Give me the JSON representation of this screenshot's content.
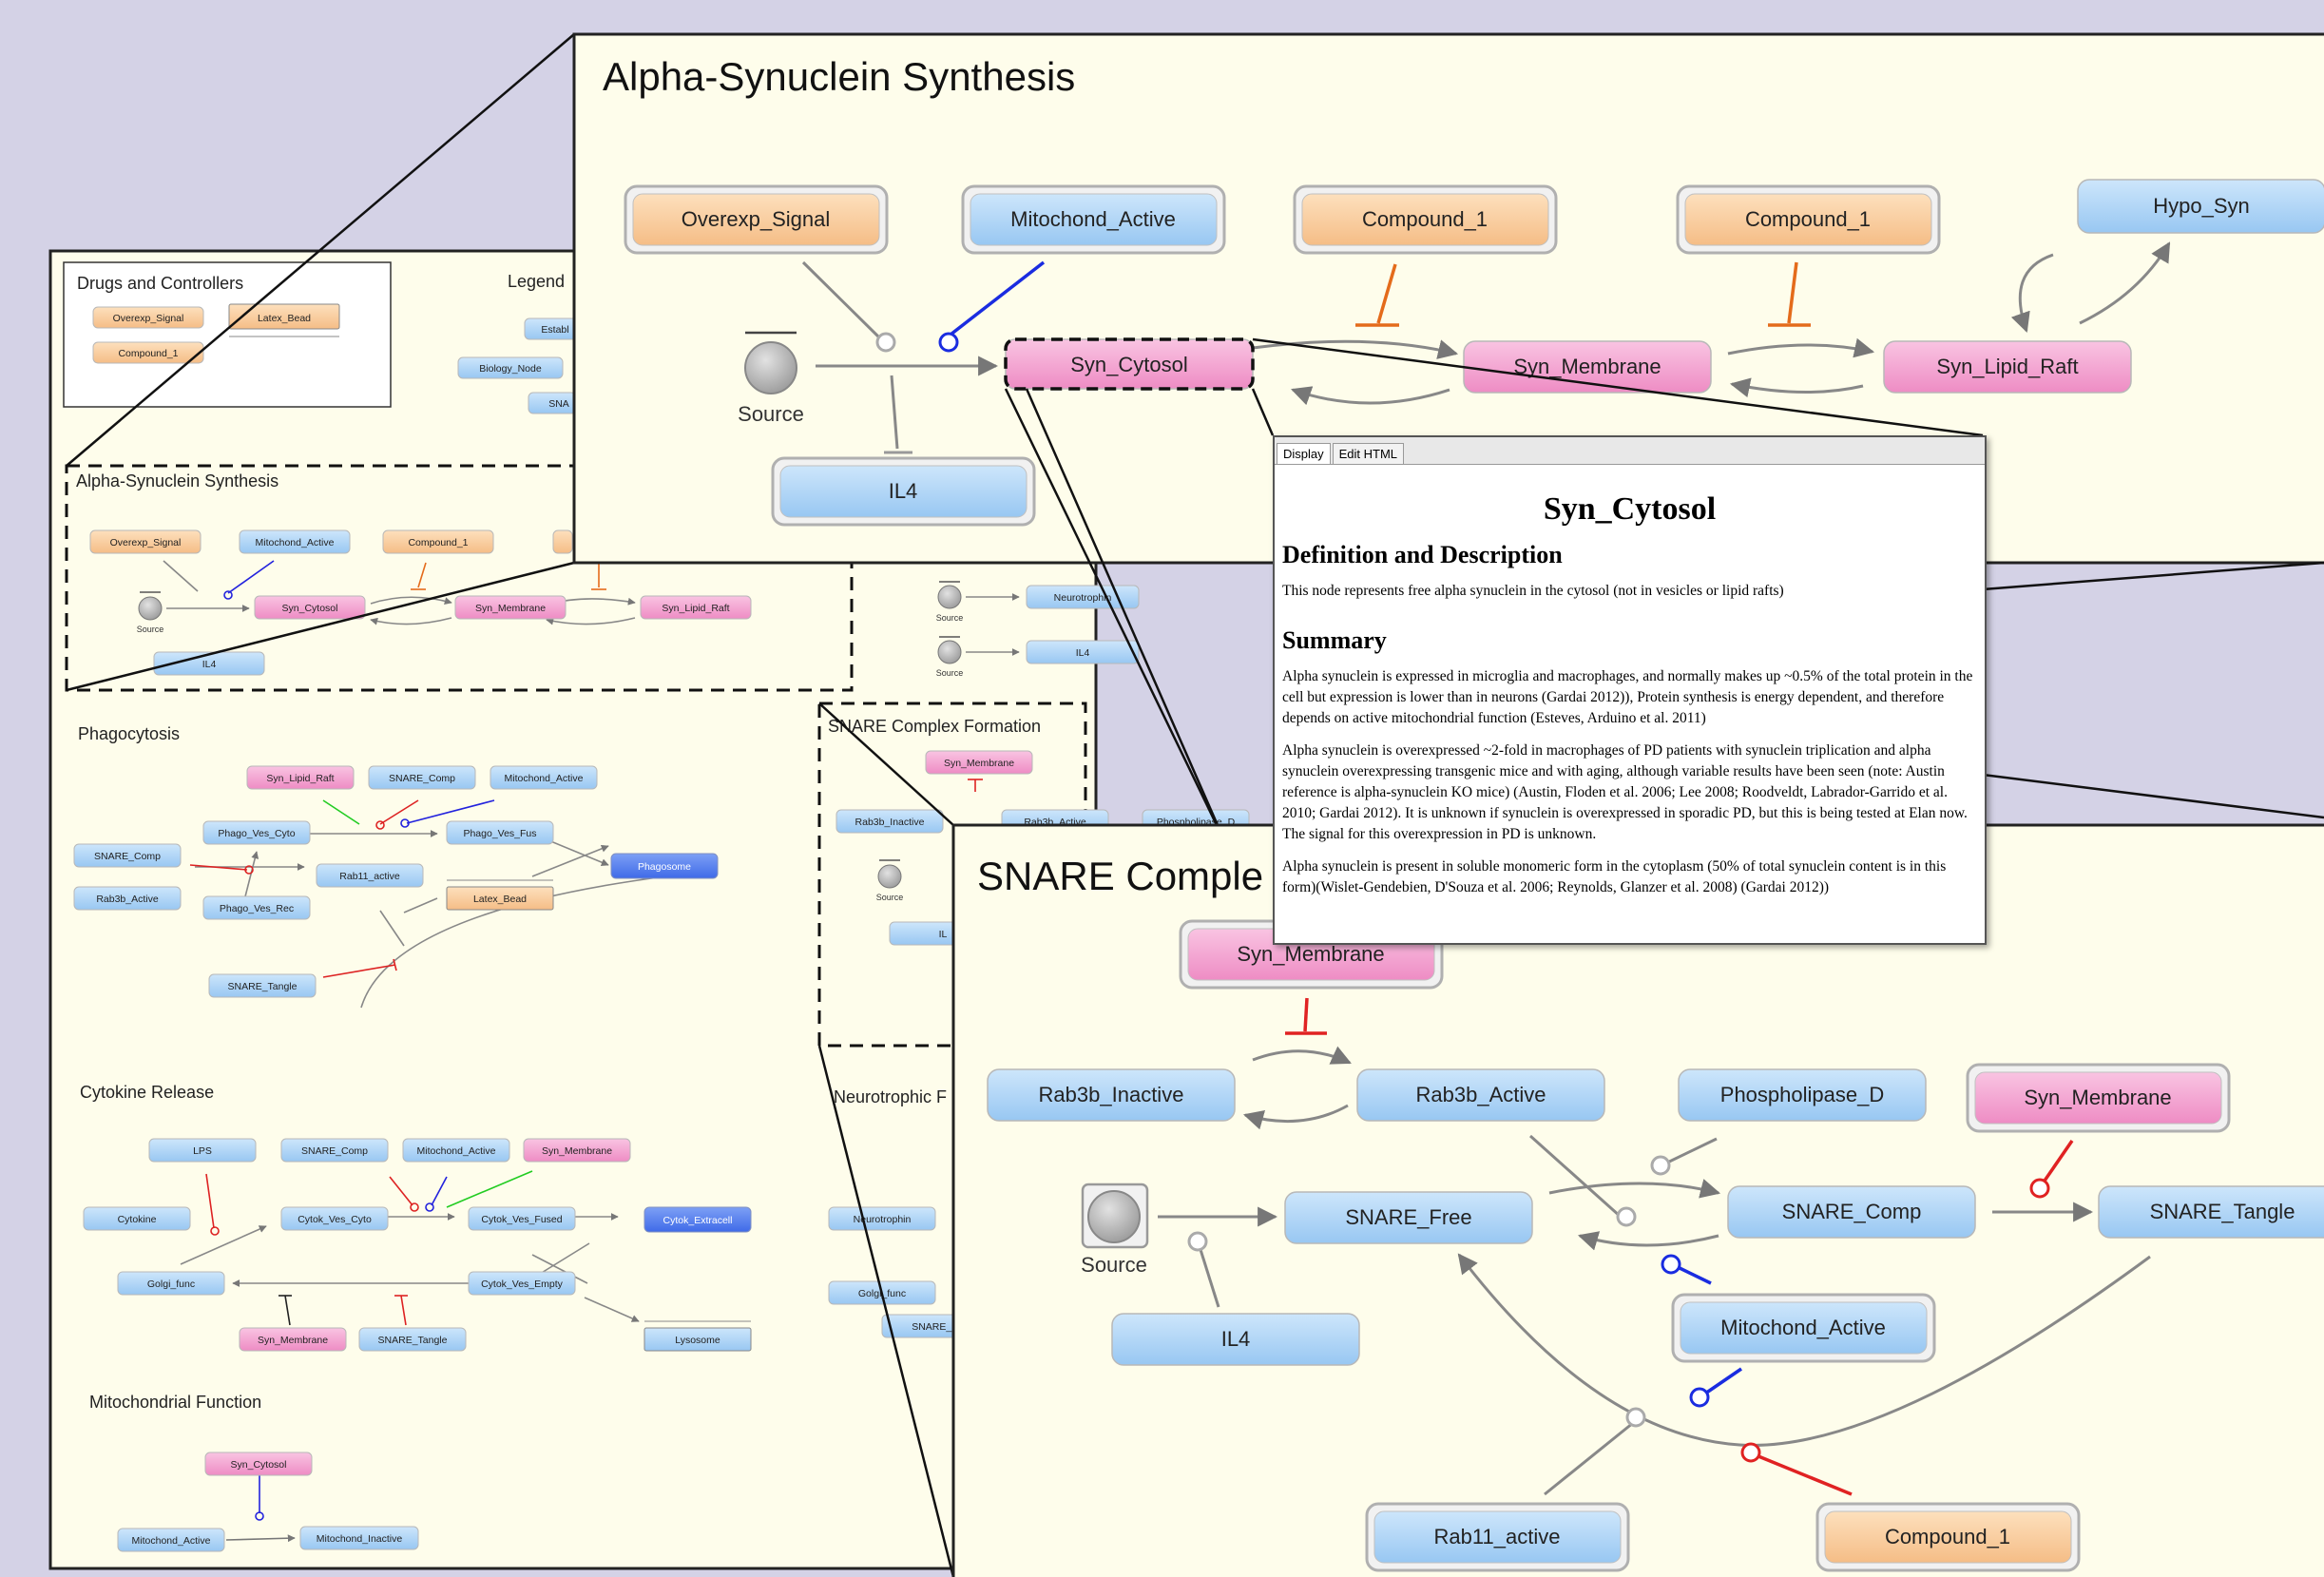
{
  "overview": {
    "drugs_box": {
      "title": "Drugs and Controllers",
      "nodes": [
        "Overexp_Signal",
        "Latex_Bead",
        "Compound_1"
      ]
    },
    "legend": {
      "title": "Legend",
      "nodes": [
        "Establ",
        "Biology_Node",
        "SNA"
      ]
    },
    "alpha": {
      "title": "Alpha-Synuclein Synthesis",
      "nodes": [
        "Overexp_Signal",
        "Mitochond_Active",
        "Compound_1",
        "Syn_Cytosol",
        "Syn_Membrane",
        "Syn_Lipid_Raft",
        "IL4"
      ],
      "source_label": "Source"
    },
    "right_frag": {
      "nodes": [
        "Neurotrophin",
        "IL4"
      ],
      "source_label": "Source"
    },
    "phagocytosis": {
      "title": "Phagocytosis",
      "nodes": [
        "Syn_Lipid_Raft",
        "SNARE_Comp",
        "Mitochond_Active",
        "Phago_Ves_Cyto",
        "Phago_Ves_Fus",
        "SNARE_Comp",
        "Rab11_active",
        "Phagosome",
        "Rab3b_Active",
        "Phago_Ves_Rec",
        "Latex_Bead",
        "SNARE_Tangle"
      ]
    },
    "snare_small": {
      "title": "SNARE Complex Formation",
      "nodes": [
        "Syn_Membrane",
        "Rab3b_Inactive",
        "Rab3b_Active",
        "Phospholipase_D",
        "IL"
      ],
      "source_label": "Source"
    },
    "cytokine": {
      "title": "Cytokine Release",
      "nodes": [
        "LPS",
        "SNARE_Comp",
        "Mitochond_Active",
        "Syn_Membrane",
        "Cytokine",
        "Cytok_Ves_Cyto",
        "Cytok_Ves_Fused",
        "Cytok_Extracell",
        "Golgi_func",
        "Cytok_Ves_Empty",
        "Syn_Membrane",
        "SNARE_Tangle",
        "Lysosome"
      ]
    },
    "neuro": {
      "title": "Neurotrophic F",
      "nodes": [
        "Neurotrophin",
        "Golgi_func",
        "SNARE_C"
      ]
    },
    "mito": {
      "title": "Mitochondrial Function",
      "nodes": [
        "Syn_Cytosol",
        "Mitochond_Active",
        "Mitochond_Inactive"
      ]
    }
  },
  "alpha_zoom": {
    "title": "Alpha-Synuclein Synthesis",
    "nodes": [
      "Overexp_Signal",
      "Mitochond_Active",
      "Compound_1",
      "Compound_1",
      "Hypo_Syn",
      "Syn_Cytosol",
      "Syn_Membrane",
      "Syn_Lipid_Raft",
      "IL4"
    ],
    "source_label": "Source"
  },
  "snare_zoom": {
    "title": "SNARE Comple",
    "nodes": [
      "Syn_Membrane",
      "Rab3b_Inactive",
      "Rab3b_Active",
      "Phospholipase_D",
      "Syn_Membrane",
      "SNARE_Free",
      "SNARE_Comp",
      "SNARE_Tangle",
      "IL4",
      "Mitochond_Active",
      "Rab11_active",
      "Compound_1"
    ],
    "source_label": "Source"
  },
  "popup": {
    "tabs": [
      "Display",
      "Edit HTML"
    ],
    "title": "Syn_Cytosol",
    "def_heading": "Definition and Description",
    "def_text": "This node represents free alpha synuclein in the cytosol (not in vesicles or lipid rafts)",
    "summary_heading": "Summary",
    "para1": "Alpha synuclein is expressed in microglia and macrophages, and normally makes up ~0.5% of the total protein in the cell but expression is lower than in neurons (Gardai 2012)), Protein synthesis is energy dependent, and therefore depends on active mitochondrial function (Esteves, Arduino et al. 2011)",
    "para2": "Alpha synuclein is overexpressed ~2-fold in macrophages of PD patients with synuclein triplication and alpha synuclein overexpressing transgenic mice and with aging, although variable results have been seen (note: Austin reference is alpha-synuclein KO mice) (Austin, Floden et al. 2006; Lee 2008; Roodveldt, Labrador-Garrido et al. 2010; Gardai 2012). It is unknown if synuclein is overexpressed in sporadic PD, but this is being tested at Elan now. The signal for this overexpression in PD is unknown.",
    "para3": "Alpha synuclein is present in soluble monomeric form in the cytoplasm (50% of total synuclein content is in this form)(Wislet-Gendebien, D'Souza et al. 2006; Reynolds, Glanzer et al. 2008) (Gardai 2012))"
  },
  "colors": {
    "blue_node": "#a9d2f6",
    "orange_node": "#f8c996",
    "pink_node": "#f39ccd",
    "dark_blue_node": "#4f7bf0",
    "panel_bg": "#fefdeb",
    "page_bg": "#d4d2e6"
  }
}
